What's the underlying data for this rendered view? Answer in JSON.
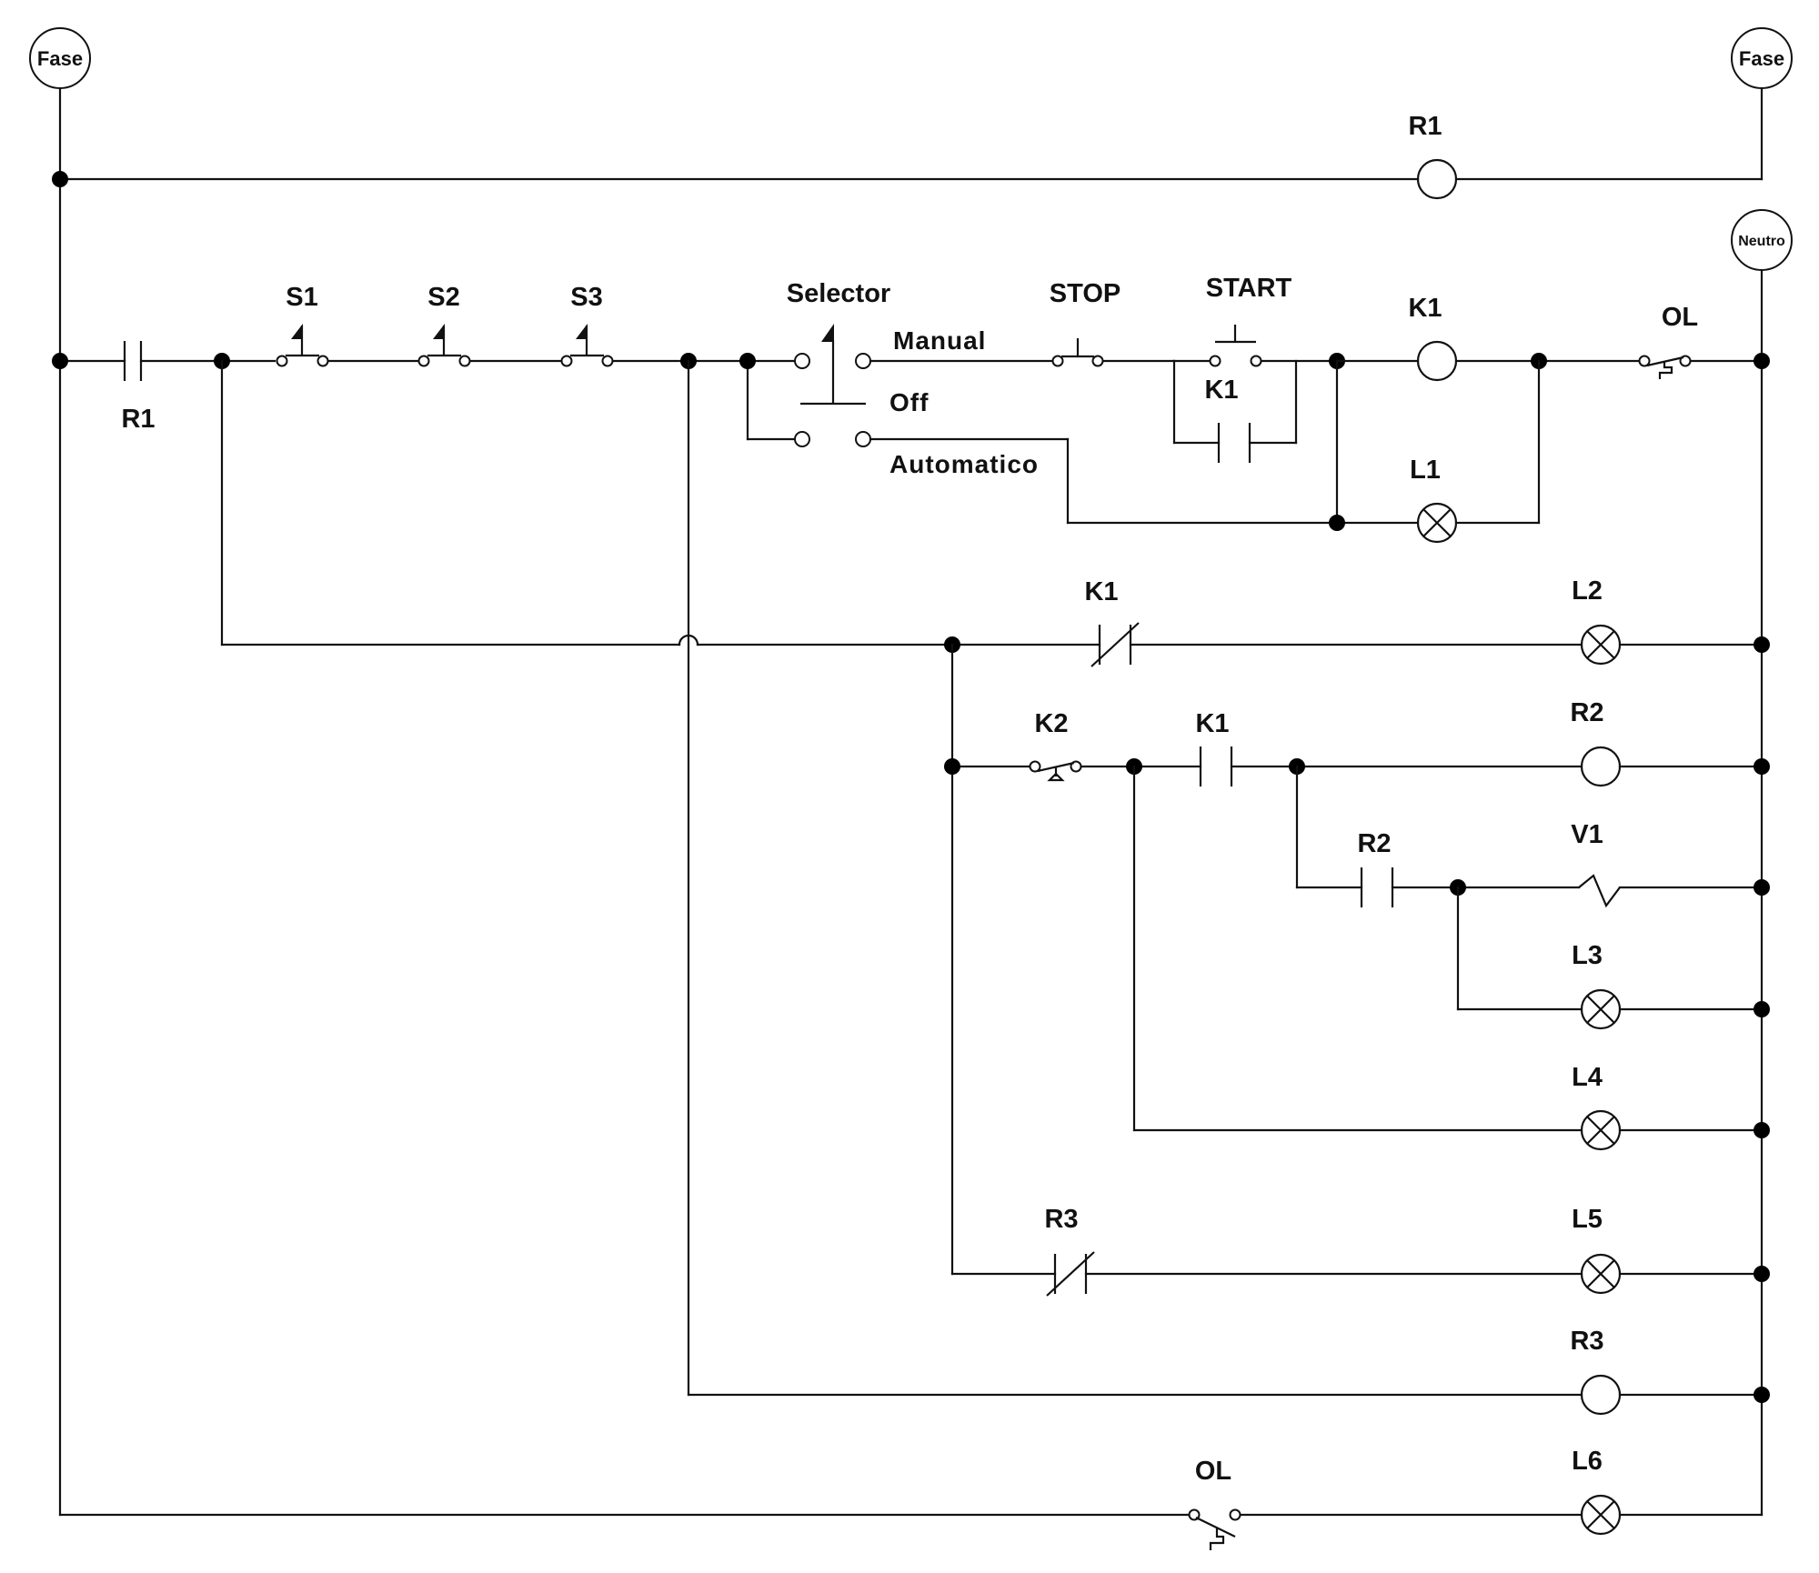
{
  "terminals": {
    "fase_left": "Fase",
    "fase_right": "Fase",
    "neutro": "Neutro"
  },
  "labels": {
    "r1_coil": "R1",
    "r1_contact": "R1",
    "s1": "S1",
    "s2": "S2",
    "s3": "S3",
    "selector": "Selector",
    "manual": "Manual",
    "off": "Off",
    "automatico": "Automatico",
    "stop": "STOP",
    "start": "START",
    "k1_seal": "K1",
    "k1_coil": "K1",
    "ol_top": "OL",
    "l1": "L1",
    "k1_nc": "K1",
    "l2": "L2",
    "k2": "K2",
    "k1_no": "K1",
    "r2_coil": "R2",
    "r2_contact": "R2",
    "v1": "V1",
    "l3": "L3",
    "l4": "L4",
    "r3_contact": "R3",
    "l5": "L5",
    "r3_coil": "R3",
    "ol_bottom": "OL",
    "l6": "L6"
  }
}
